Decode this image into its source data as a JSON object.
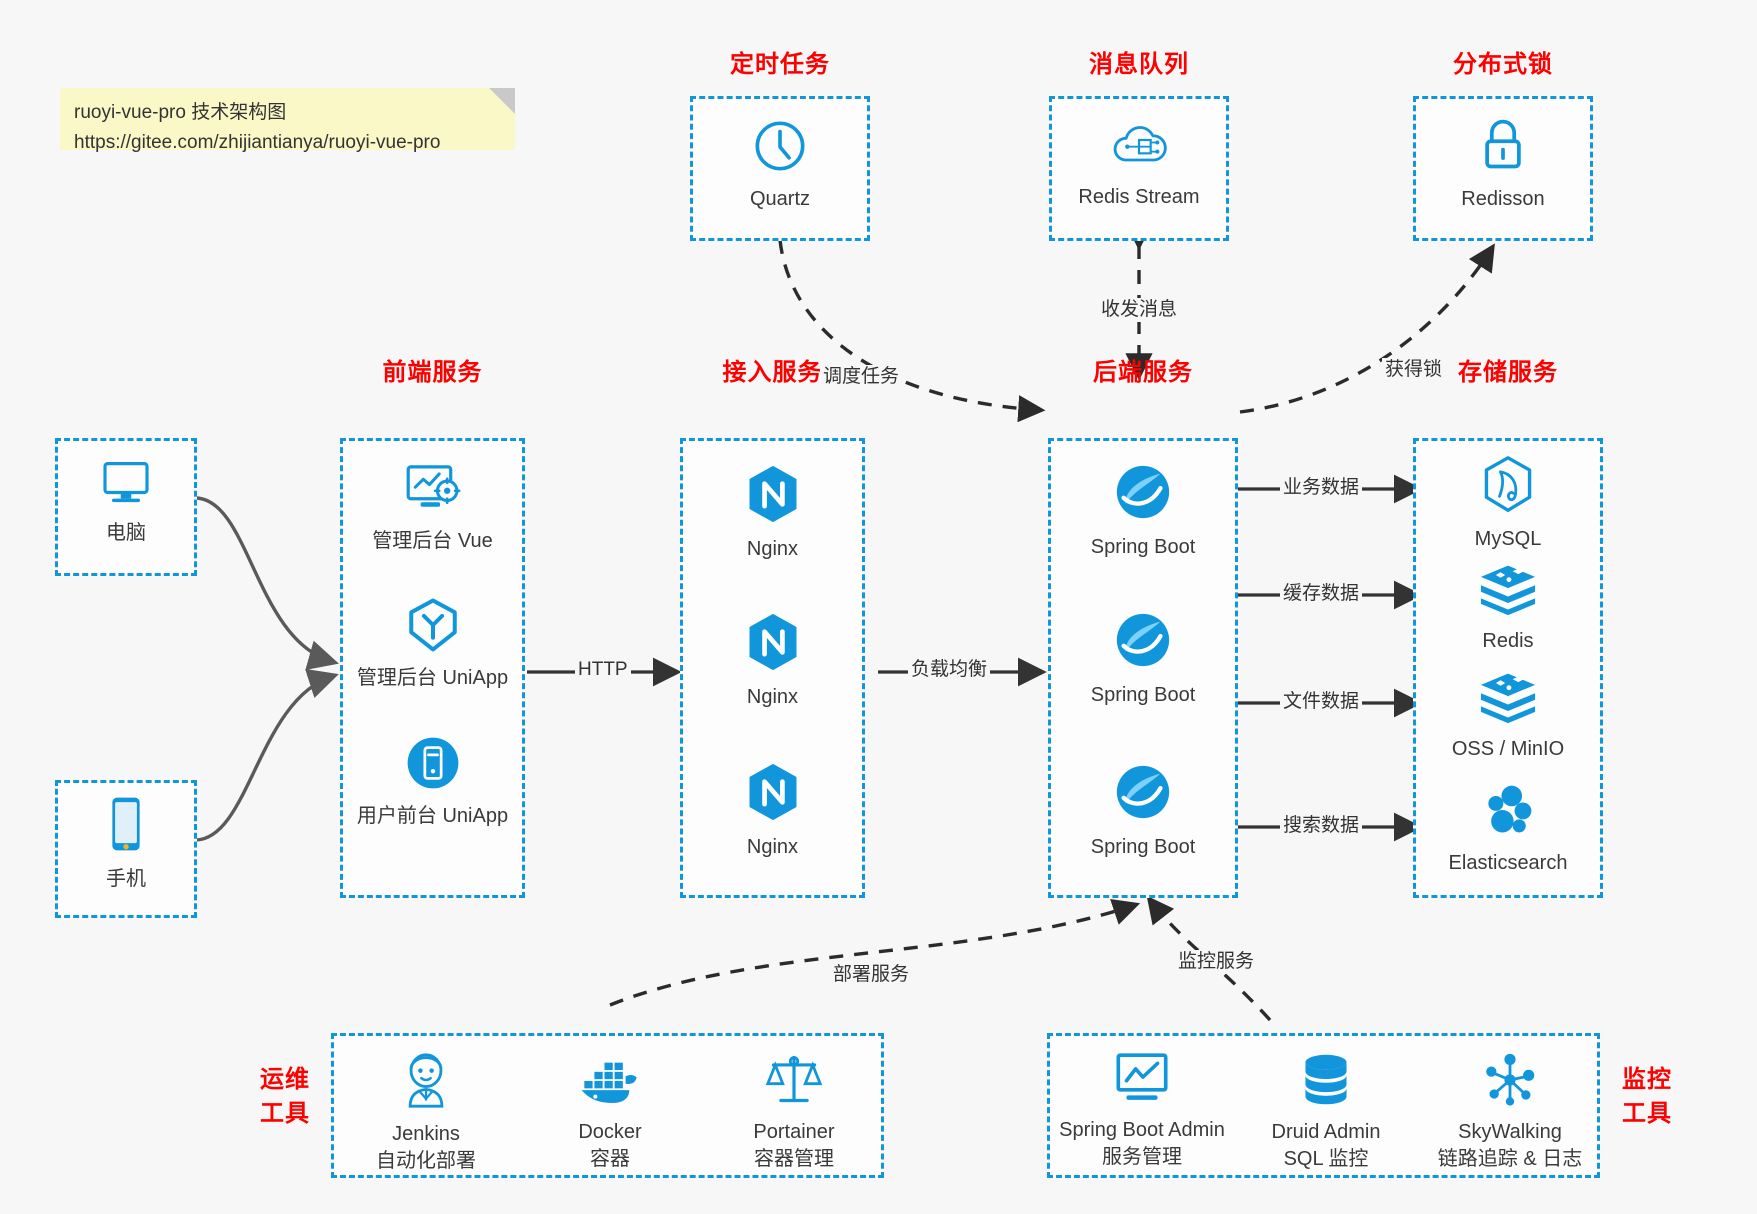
{
  "note": {
    "line1": "ruoyi-vue-pro 技术架构图",
    "line2": "https://gitee.com/zhijiantianya/ruoyi-vue-pro"
  },
  "colors": {
    "box_border": "#1296db",
    "group_title": "#ff0000",
    "icon_blue": "#1296db",
    "background": "#f7f7f7",
    "arrow": "#333333",
    "curve_gray": "#595959",
    "note_bg": "#fbf8c8"
  },
  "groups": {
    "scheduler": {
      "title": "定时任务",
      "nodes": [
        {
          "label": "Quartz",
          "icon": "clock-icon"
        }
      ]
    },
    "mq": {
      "title": "消息队列",
      "nodes": [
        {
          "label": "Redis Stream",
          "icon": "cloud-stream-icon"
        }
      ]
    },
    "lock": {
      "title": "分布式锁",
      "nodes": [
        {
          "label": "Redisson",
          "icon": "lock-icon"
        }
      ]
    },
    "devices": {
      "nodes": [
        {
          "label": "电脑",
          "icon": "desktop-icon"
        },
        {
          "label": "手机",
          "icon": "mobile-icon"
        }
      ]
    },
    "frontend": {
      "title": "前端服务",
      "nodes": [
        {
          "label": "管理后台 Vue",
          "icon": "admin-dashboard-icon"
        },
        {
          "label": "管理后台 UniApp",
          "icon": "uniapp-shield-icon"
        },
        {
          "label": "用户前台 UniApp",
          "icon": "mobile-circle-icon"
        }
      ]
    },
    "gateway": {
      "title": "接入服务",
      "nodes": [
        {
          "label": "Nginx",
          "icon": "nginx-icon"
        },
        {
          "label": "Nginx",
          "icon": "nginx-icon"
        },
        {
          "label": "Nginx",
          "icon": "nginx-icon"
        }
      ]
    },
    "backend": {
      "title": "后端服务",
      "nodes": [
        {
          "label": "Spring Boot",
          "icon": "spring-boot-icon"
        },
        {
          "label": "Spring Boot",
          "icon": "spring-boot-icon"
        },
        {
          "label": "Spring Boot",
          "icon": "spring-boot-icon"
        }
      ]
    },
    "storage": {
      "title": "存储服务",
      "nodes": [
        {
          "label": "MySQL",
          "icon": "mysql-icon"
        },
        {
          "label": "Redis",
          "icon": "redis-icon"
        },
        {
          "label": "OSS / MinIO",
          "icon": "oss-minio-icon"
        },
        {
          "label": "Elasticsearch",
          "icon": "elasticsearch-icon"
        }
      ]
    },
    "devops": {
      "title_line1": "运维",
      "title_line2": "工具",
      "nodes": [
        {
          "label": "Jenkins",
          "sub": "自动化部署",
          "icon": "jenkins-icon"
        },
        {
          "label": "Docker",
          "sub": "容器",
          "icon": "docker-icon"
        },
        {
          "label": "Portainer",
          "sub": "容器管理",
          "icon": "portainer-icon"
        }
      ]
    },
    "monitor": {
      "title_line1": "监控",
      "title_line2": "工具",
      "nodes": [
        {
          "label": "Spring Boot Admin",
          "sub": "服务管理",
          "icon": "monitor-chart-icon"
        },
        {
          "label": "Druid Admin",
          "sub": "SQL 监控",
          "icon": "database-icon"
        },
        {
          "label": "SkyWalking",
          "sub": "链路追踪 & 日志",
          "icon": "skywalking-icon"
        }
      ]
    }
  },
  "edges": {
    "http": "HTTP",
    "load_balance": "负载均衡",
    "schedule_task": "调度任务",
    "send_receive_message": "收发消息",
    "acquire_lock": "获得锁",
    "business_data": "业务数据",
    "cache_data": "缓存数据",
    "file_data": "文件数据",
    "search_data": "搜索数据",
    "deploy_service": "部署服务",
    "monitor_service": "监控服务"
  }
}
